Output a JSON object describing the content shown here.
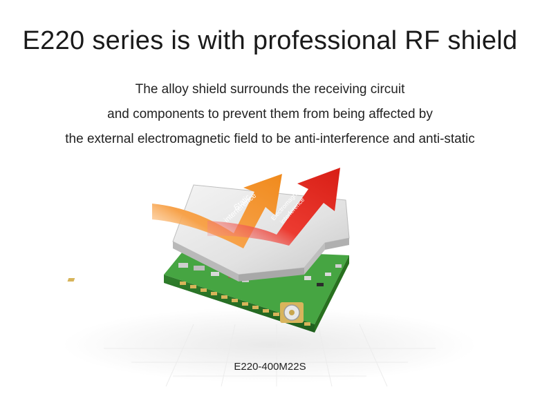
{
  "headline": "E220 series is with professional RF shield",
  "description": [
    "The alloy shield surrounds the receiving circuit",
    "and components to prevent them from being affected by",
    "the external electromagnetic field to be anti-interference and anti-static"
  ],
  "arrows": {
    "static_line1": "Static",
    "static_line2": "interference",
    "em_line1": "Electromagnetic",
    "em_line2": "interference"
  },
  "model_label": "E220-400M22S",
  "colors": {
    "pcb_green": "#3f9a3c",
    "shield_silver": "#dcdcdc",
    "static_arrow": "#f08a1c",
    "em_arrow": "#e5241b"
  }
}
